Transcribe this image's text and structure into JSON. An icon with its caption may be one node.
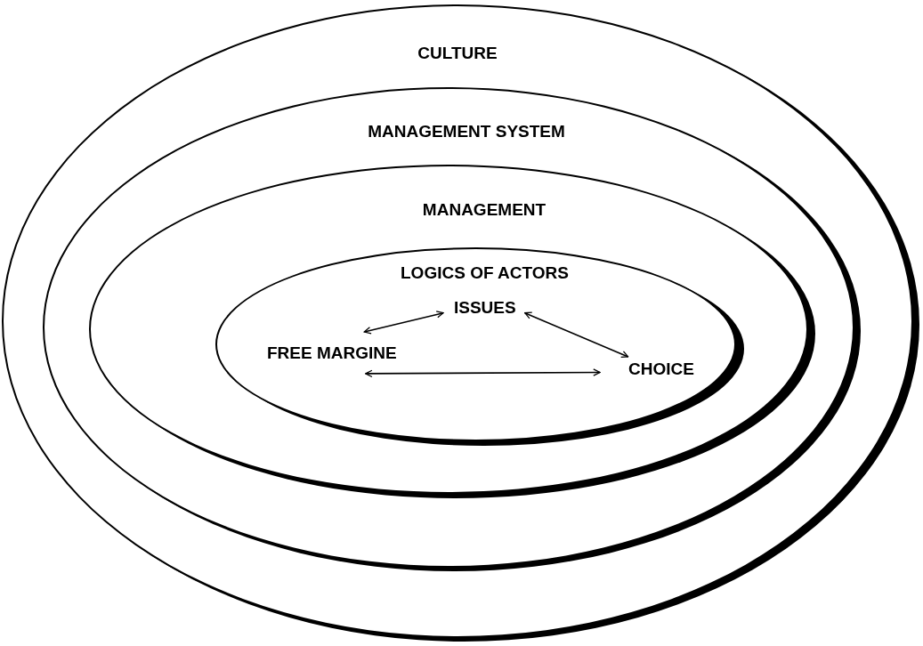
{
  "diagram": {
    "nodes": [
      {
        "text": [
          "CULTURE"
        ]
      },
      {
        "text": [
          "MANAGEMENT SYSTEM"
        ],
        "in": 0
      },
      {
        "text": [
          "MANAGEMENT"
        ],
        "in": 1
      },
      {
        "text": [
          "LOGICS OF ACTORS"
        ],
        "in": 2
      },
      {
        "text": [
          "ISSUES"
        ],
        "in": 3
      },
      {
        "text": [
          "FREE MARGINE"
        ],
        "in": 3
      },
      {
        "text": [
          "CHOICE"
        ],
        "in": 3
      }
    ],
    "edges": [
      {
        "from": 5,
        "to": 4,
        "arrow": "both"
      },
      {
        "from": 4,
        "to": 6,
        "arrow": "both"
      },
      {
        "from": 5,
        "to": 6,
        "arrow": "both"
      }
    ]
  }
}
